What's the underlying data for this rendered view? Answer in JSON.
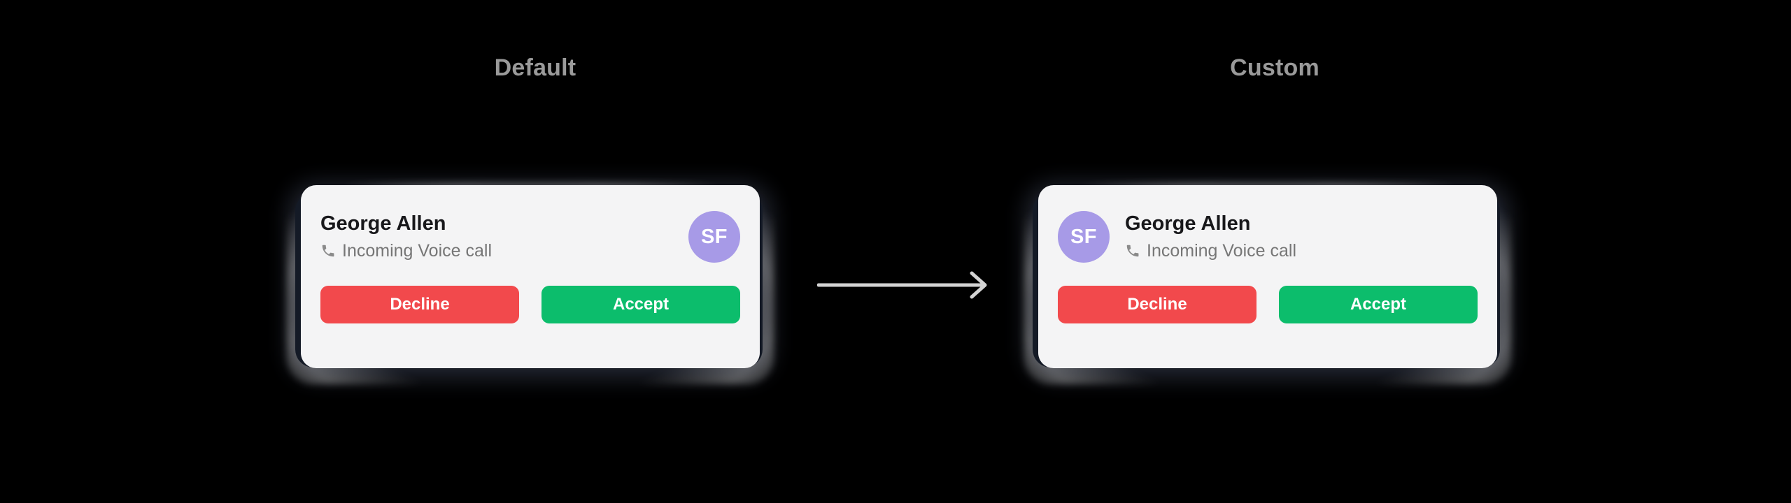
{
  "page": {
    "background_color": "#000000",
    "arrow_color": "#d4d4d4",
    "arrow_icon": "right-arrow-icon"
  },
  "sections": [
    {
      "key": "default",
      "caption": "Default",
      "avatar_position": "right"
    },
    {
      "key": "custom",
      "caption": "Custom",
      "avatar_position": "left"
    }
  ],
  "card": {
    "background_color": "#f4f4f5",
    "caller_name": "George Allen",
    "call_status": "Incoming Voice call",
    "status_icon": "phone-icon",
    "status_icon_color": "#8a8a8a",
    "avatar": {
      "initials": "SF",
      "background_color": "#a79ae7",
      "text_color": "#ffffff"
    },
    "buttons": {
      "decline": {
        "label": "Decline",
        "color": "#f2494c",
        "text_color": "#ffffff"
      },
      "accept": {
        "label": "Accept",
        "color": "#0cbd6c",
        "text_color": "#ffffff"
      }
    }
  }
}
